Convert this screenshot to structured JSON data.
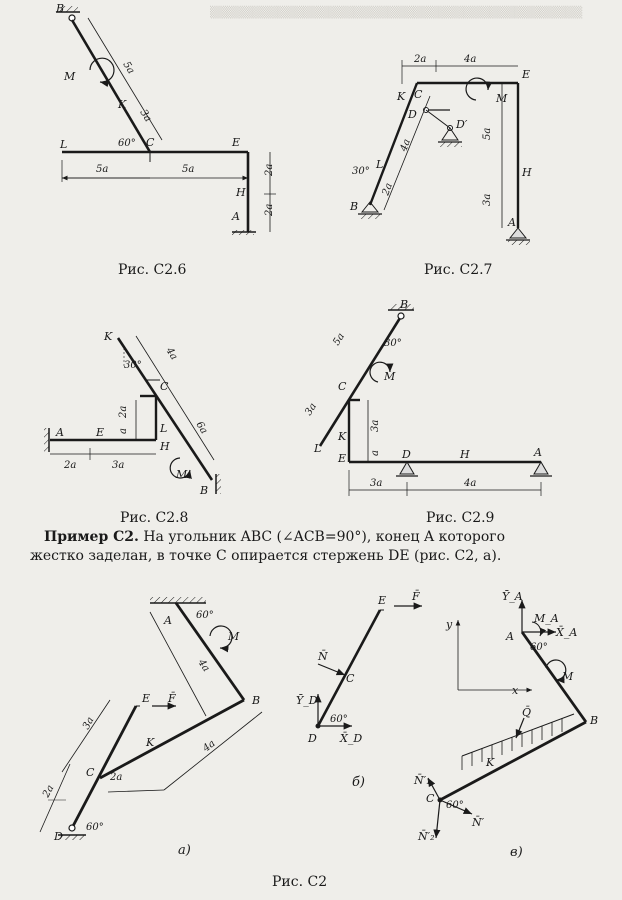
{
  "captions": {
    "c26": "Рис. С2.6",
    "c27": "Рис. С2.7",
    "c28": "Рис. С2.8",
    "c29": "Рис. С2.9",
    "c2": "Рис. С2"
  },
  "example": {
    "bold": "Пример С2.",
    "line1": " На угольник ABC (∠ACB=90°), конец A которого",
    "line2": "жестко заделан, в точке C опирается стержень DE (рис. С2, a)."
  },
  "fig26": {
    "B": "B",
    "M": "M",
    "K": "K",
    "C": "C",
    "L": "L",
    "E": "E",
    "H": "H",
    "A": "A",
    "d5a1": "5a",
    "d3a": "3a",
    "angle": "60°",
    "d5a2": "5a",
    "d5a3": "5a",
    "d2a1": "2a",
    "d2a2": "2a"
  },
  "fig27": {
    "d2a": "2a",
    "d4a": "4a",
    "K": "K",
    "C": "C",
    "E": "E",
    "D": "D",
    "M": "M",
    "Dp": "D′",
    "d4a2": "4a",
    "d5a": "5a",
    "angle": "30°",
    "L": "L",
    "H": "H",
    "d2a2": "2a",
    "d3a": "3a",
    "B": "B",
    "A": "A"
  },
  "fig28": {
    "K": "K",
    "angle": "30°",
    "d4a": "4a",
    "C": "C",
    "d2a": "2a",
    "a": "a",
    "L": "L",
    "H": "H",
    "A": "A",
    "E": "E",
    "d6a": "6a",
    "M": "M",
    "B": "B",
    "d2a2": "2a",
    "d3a": "3a"
  },
  "fig29": {
    "B": "B",
    "angle": "30°",
    "d5a": "5a",
    "M": "M",
    "C": "C",
    "d3a": "3a",
    "d3a2": "3a",
    "K": "K",
    "a": "a",
    "L": "L",
    "E": "E",
    "D": "D",
    "H": "H",
    "A": "A",
    "d3a3": "3a",
    "d4a": "4a"
  },
  "figA": {
    "A": "A",
    "angle1": "60°",
    "d4a": "4a",
    "M": "M",
    "E": "E",
    "F": "F̄",
    "B": "B",
    "d3a": "3a",
    "K": "K",
    "C": "C",
    "d2a1": "2a",
    "d2a2": "2a",
    "d4a2": "4a",
    "D": "D",
    "angle2": "60°",
    "sub": "a)"
  },
  "figB": {
    "E": "E",
    "F": "F̄",
    "N": "N̄",
    "C": "C",
    "YD": "Ȳ_D",
    "angle": "60°",
    "XD": "X̄_D",
    "D": "D",
    "sub": "б)"
  },
  "figC": {
    "YA": "Ȳ_A",
    "MA": "M_A",
    "A": "A",
    "XA": "X̄_A",
    "angle": "60°",
    "y": "y",
    "x": "x",
    "M": "M",
    "Q": "Q̄",
    "B": "B",
    "K": "K",
    "N1": "N̄′₁",
    "C": "C",
    "angle2": "60°",
    "N2": "N̄′₂",
    "Np": "N̄′",
    "sub": "в)"
  }
}
